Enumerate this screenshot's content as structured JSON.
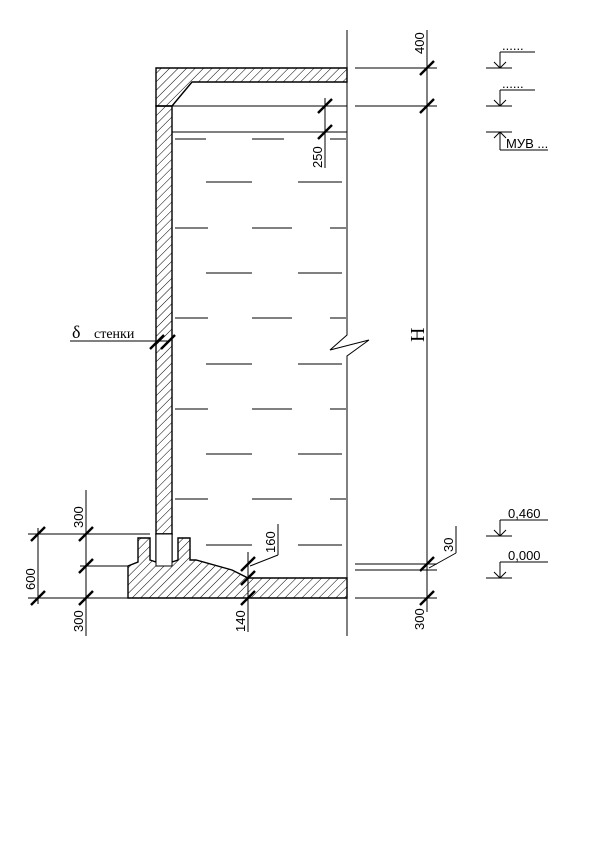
{
  "drawing": {
    "dimensions": {
      "top_400": "400",
      "crest_250": "250",
      "base_left_300_top": "300",
      "base_left_600": "600",
      "base_left_300_bottom": "300",
      "base_160": "160",
      "base_140": "140",
      "base_30": "30",
      "base_right_300": "300",
      "height_H": "H"
    },
    "levels": {
      "top_1": "......",
      "top_2": "......",
      "water_level": "МУВ ...",
      "level_0460": "0,460",
      "level_0000": "0,000"
    },
    "wall_thickness_label": {
      "symbol": "δ",
      "text": "стенки"
    }
  }
}
